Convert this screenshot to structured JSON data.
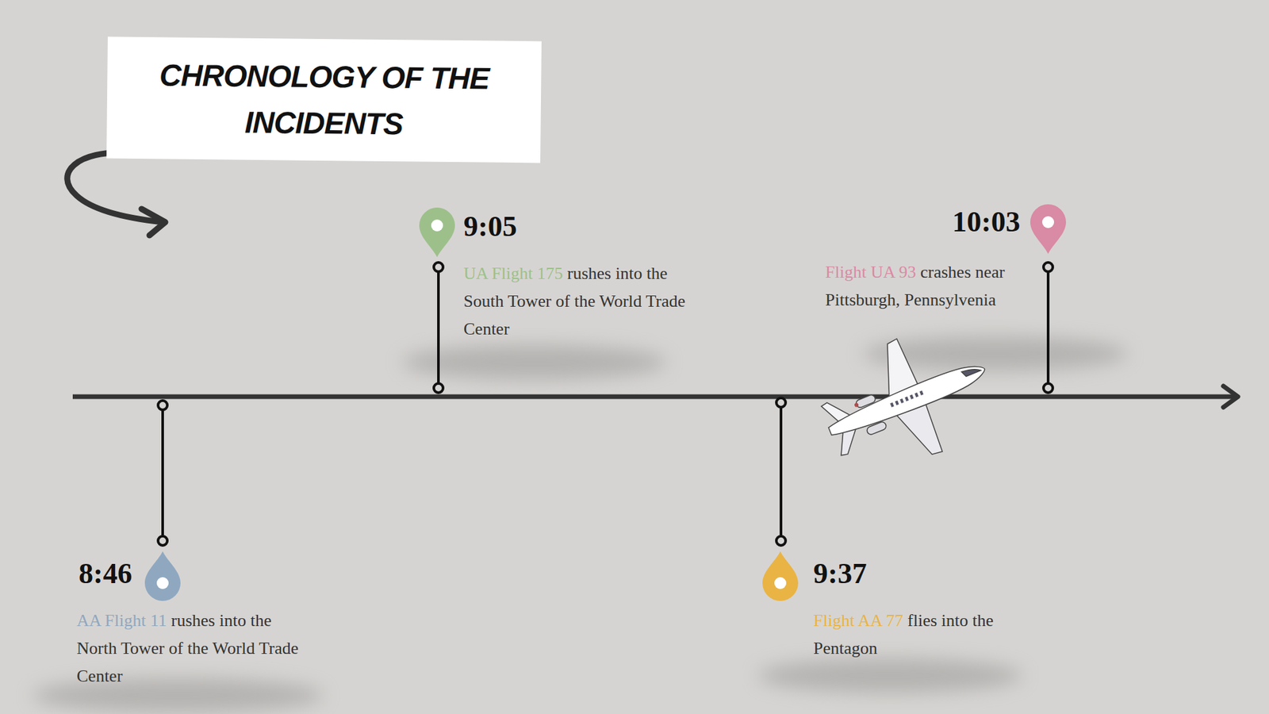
{
  "diagram": {
    "title": "CHRONOLOGY OF THE INCIDENTS",
    "labels": [
      "8:46",
      "AA Flight 11",
      "rushes into the North Tower of the World Trade Center",
      "9:05",
      "UA Flight 175",
      "rushes into the South Tower of the World Trade Center",
      "9:37",
      "Flight AA 77",
      "flies into the Pentagon",
      "10:03",
      "Flight UA 93",
      "crashes near Pittsburgh, Pennsylvenia"
    ]
  }
}
